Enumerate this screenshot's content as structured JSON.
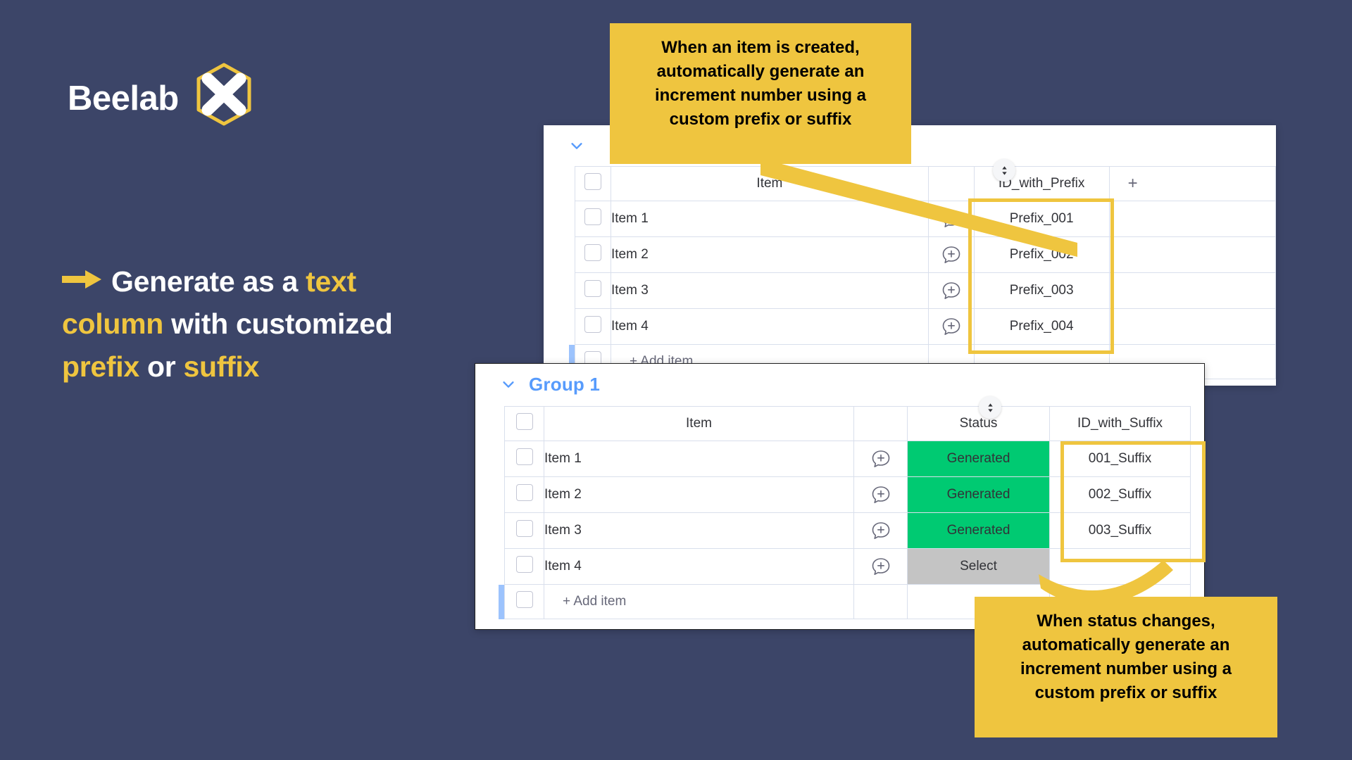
{
  "theme": {
    "background": "#3c4568",
    "accent_yellow": "#efc53f",
    "text_white": "#ffffff",
    "board_blue": "#579bfc",
    "status_green": "#00ca72",
    "status_grey": "#c4c4c4"
  },
  "brand": {
    "logo_text": "Beelab",
    "logo_mark": "x-hexagon-icon"
  },
  "headline": {
    "arrow": "right-arrow-icon",
    "part1": "Generate as a ",
    "part2_accent": "text column",
    "part3": " with customized ",
    "part4_accent": "prefix",
    "part5": " or ",
    "part6_accent": "suffix"
  },
  "callouts": {
    "top": "When an item is created, automatically generate an increment number using a custom prefix or suffix",
    "bottom": "When status changes, automatically generate an increment number using a custom prefix or suffix"
  },
  "prefix_board": {
    "group_collapse_icon": "chevron-down-icon",
    "group_title": "",
    "sort_icon": "sort-updown-icon",
    "add_column_icon": "plus-icon",
    "columns": [
      "",
      "Item",
      "",
      "ID_with_Prefix",
      ""
    ],
    "rows": [
      {
        "item": "Item 1",
        "chat": "chat-add-icon",
        "id": "Prefix_001"
      },
      {
        "item": "Item 2",
        "chat": "chat-add-icon",
        "id": "Prefix_002"
      },
      {
        "item": "Item 3",
        "chat": "chat-add-icon",
        "id": "Prefix_003"
      },
      {
        "item": "Item 4",
        "chat": "chat-add-icon",
        "id": "Prefix_004"
      }
    ],
    "add_item_label": "+ Add item"
  },
  "suffix_board": {
    "group_collapse_icon": "chevron-down-icon",
    "group_title": "Group 1",
    "sort_icon": "sort-updown-icon",
    "columns": [
      "",
      "Item",
      "",
      "Status",
      "ID_with_Suffix"
    ],
    "rows": [
      {
        "item": "Item 1",
        "chat": "chat-add-icon",
        "status": "Generated",
        "status_color": "#00ca72",
        "id": "001_Suffix"
      },
      {
        "item": "Item 2",
        "chat": "chat-add-icon",
        "status": "Generated",
        "status_color": "#00ca72",
        "id": "002_Suffix"
      },
      {
        "item": "Item 3",
        "chat": "chat-add-icon",
        "status": "Generated",
        "status_color": "#00ca72",
        "id": "003_Suffix"
      },
      {
        "item": "Item 4",
        "chat": "chat-add-icon",
        "status": "Select",
        "status_color": "#c4c4c4",
        "id": ""
      }
    ],
    "add_item_label": "+ Add item"
  }
}
